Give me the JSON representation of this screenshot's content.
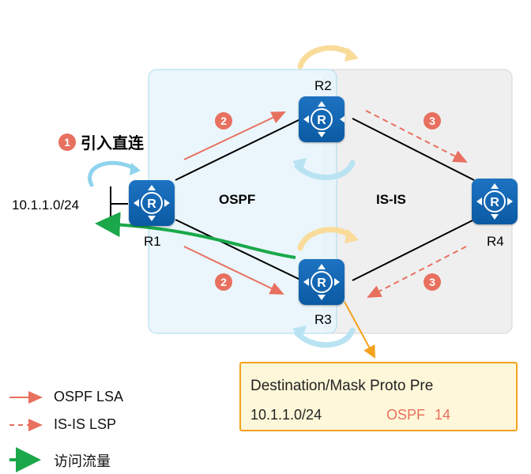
{
  "step1": {
    "number": "1",
    "label": "引入直连"
  },
  "steps": {
    "r1_to_r2": "2",
    "r1_to_r3": "2",
    "r2_to_r4": "3",
    "r4_to_r3": "3"
  },
  "zones": {
    "ospf": "OSPF",
    "isis": "IS-IS"
  },
  "routers": {
    "r1": "R1",
    "r2": "R2",
    "r3": "R3",
    "r4": "R4"
  },
  "network": "10.1.1.0/24",
  "route_table": {
    "header": "Destination/Mask  Proto  Pre",
    "row": {
      "destination": "10.1.1.0/24",
      "proto": "OSPF",
      "pre": "14"
    }
  },
  "legend": [
    {
      "label": "OSPF LSA",
      "style": "solid-red-arrow"
    },
    {
      "label": "IS-IS LSP",
      "style": "dashed-red-arrow"
    },
    {
      "label": "访问流量",
      "style": "green-arrow"
    }
  ],
  "colors": {
    "ospf_zone": "#e6f4fa",
    "isis_zone": "#efefef",
    "lsa_arrow": "#e8705f",
    "traffic_arrow": "#1aa84a",
    "router": "#0b5aa3",
    "route_box_border": "#f4a21d",
    "route_box_fill": "#fff7d9"
  }
}
